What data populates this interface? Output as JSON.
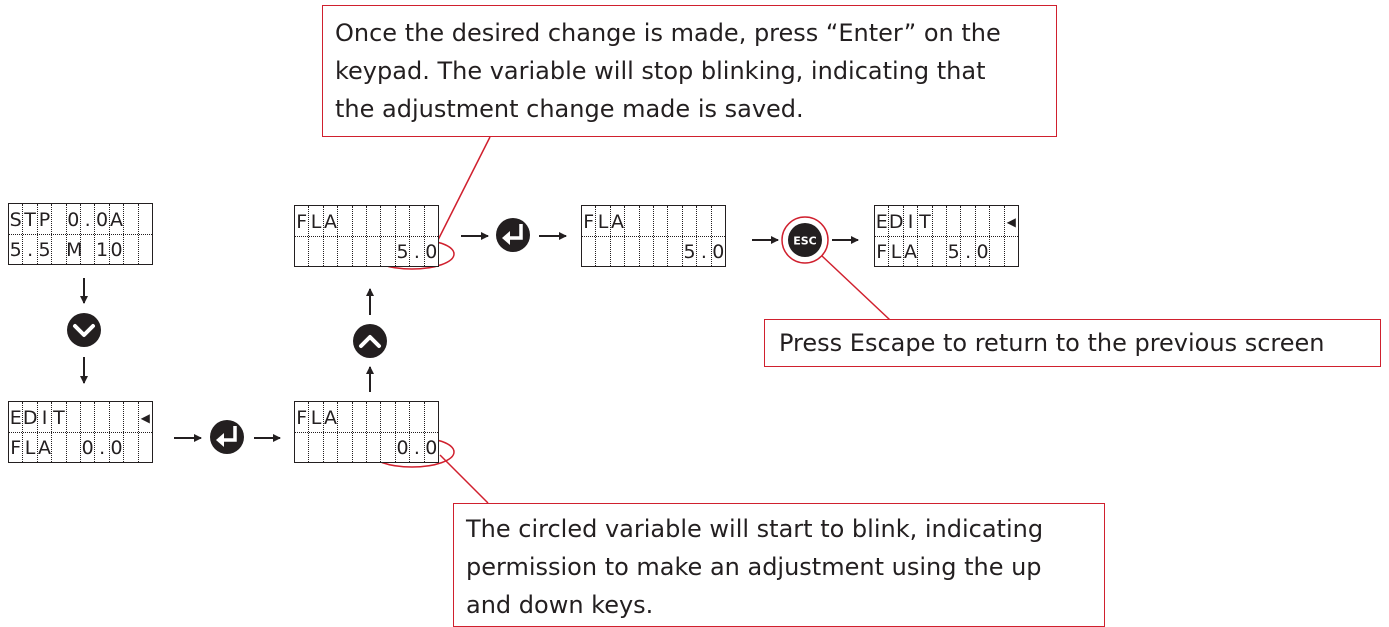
{
  "colors": {
    "callout_border": "#d0202e",
    "ink": "#231f20",
    "background": "#ffffff"
  },
  "screens": {
    "start": {
      "row1": [
        "S",
        "T",
        "P",
        "",
        "0",
        ".",
        "0",
        "A",
        "",
        "",
        ""
      ],
      "row2": [
        "5",
        ".",
        "5",
        "",
        "M",
        "",
        "1",
        "0",
        "",
        "",
        ""
      ]
    },
    "edit_1": {
      "row1": [
        "E",
        "D",
        "I",
        "T",
        "",
        "",
        "",
        "",
        "",
        "◀",
        ""
      ],
      "row2": [
        "F",
        "L",
        "A",
        "",
        "",
        "0",
        ".",
        "0",
        "",
        "",
        ""
      ]
    },
    "fla_0": {
      "row1": [
        "F",
        "L",
        "A",
        "",
        "",
        "",
        "",
        "",
        "",
        "",
        ""
      ],
      "row2": [
        "",
        "",
        "",
        "",
        "",
        "",
        "",
        "0",
        ".",
        "0",
        ""
      ]
    },
    "fla_5": {
      "row1": [
        "F",
        "L",
        "A",
        "",
        "",
        "",
        "",
        "",
        "",
        "",
        ""
      ],
      "row2": [
        "",
        "",
        "",
        "",
        "",
        "",
        "",
        "5",
        ".",
        "0",
        ""
      ]
    },
    "fla_5_saved": {
      "row1": [
        "F",
        "L",
        "A",
        "",
        "",
        "",
        "",
        "",
        "",
        "",
        ""
      ],
      "row2": [
        "",
        "",
        "",
        "",
        "",
        "",
        "",
        "5",
        ".",
        "0",
        ""
      ]
    },
    "edit_2": {
      "row1": [
        "E",
        "D",
        "I",
        "T",
        "",
        "",
        "",
        "",
        "",
        "◀",
        ""
      ],
      "row2": [
        "F",
        "L",
        "A",
        "",
        "",
        "5",
        ".",
        "0",
        "",
        "",
        ""
      ]
    }
  },
  "keys": {
    "down": "down-key-icon",
    "up": "up-key-icon",
    "enter": "enter-key-icon",
    "escape": {
      "icon": "escape-key-icon",
      "label": "ESC"
    }
  },
  "callouts": {
    "enter_note": [
      "Once the desired change is made, press “Enter” on the",
      "keypad. The variable will stop blinking, indicating that",
      "the adjustment change made is saved."
    ],
    "blink_note": [
      "The circled variable will start to blink, indicating",
      "permission to make an adjustment using the up",
      "and down keys."
    ],
    "escape_note": "Press Escape to return to the previous screen"
  }
}
